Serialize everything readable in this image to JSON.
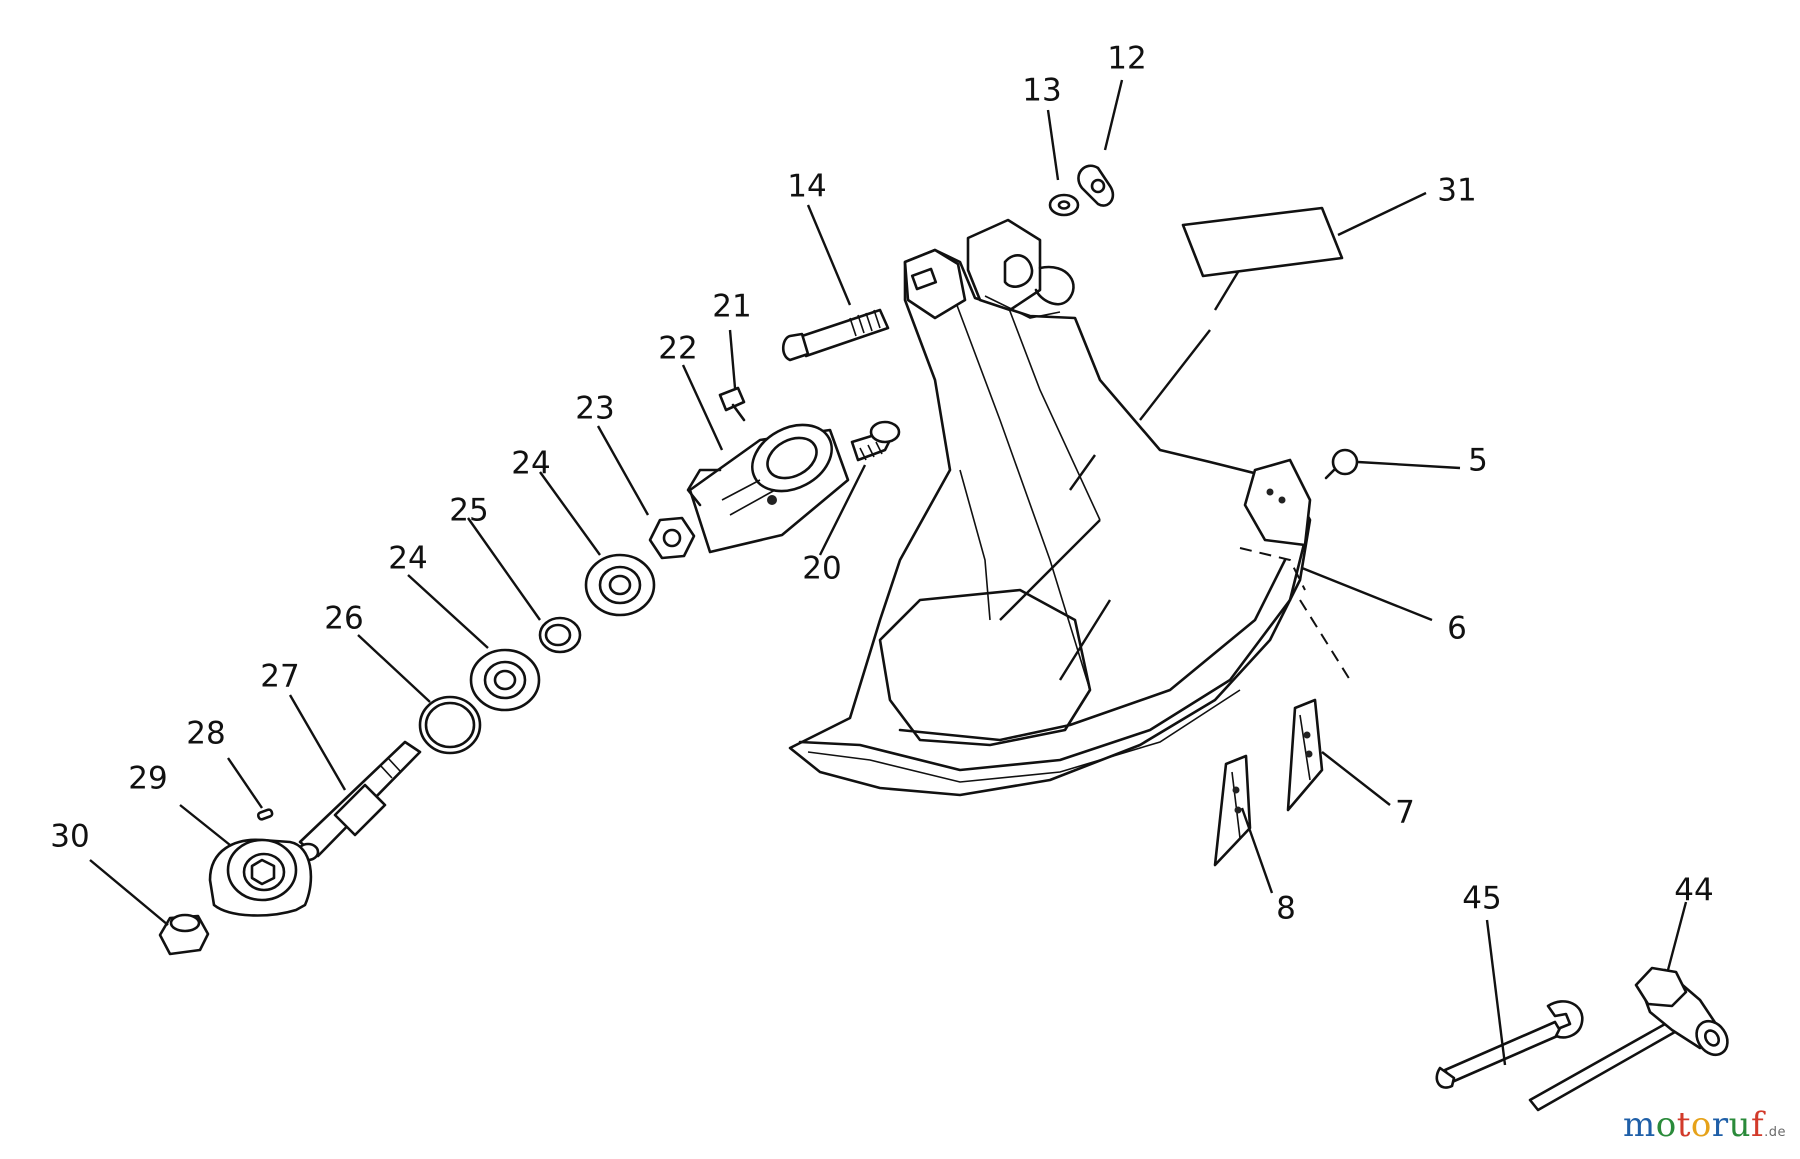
{
  "callouts": [
    {
      "id": "c12",
      "label": "12"
    },
    {
      "id": "c13",
      "label": "13"
    },
    {
      "id": "c14",
      "label": "14"
    },
    {
      "id": "c31",
      "label": "31"
    },
    {
      "id": "c21",
      "label": "21"
    },
    {
      "id": "c22",
      "label": "22"
    },
    {
      "id": "c23",
      "label": "23"
    },
    {
      "id": "c24a",
      "label": "24"
    },
    {
      "id": "c24b",
      "label": "24"
    },
    {
      "id": "c25",
      "label": "25"
    },
    {
      "id": "c26",
      "label": "26"
    },
    {
      "id": "c27",
      "label": "27"
    },
    {
      "id": "c28",
      "label": "28"
    },
    {
      "id": "c29",
      "label": "29"
    },
    {
      "id": "c30",
      "label": "30"
    },
    {
      "id": "c20",
      "label": "20"
    },
    {
      "id": "c5",
      "label": "5"
    },
    {
      "id": "c6",
      "label": "6"
    },
    {
      "id": "c7",
      "label": "7"
    },
    {
      "id": "c8",
      "label": "8"
    },
    {
      "id": "c45",
      "label": "45"
    },
    {
      "id": "c44",
      "label": "44"
    }
  ],
  "watermark": {
    "letters": [
      {
        "ch": "m",
        "color": "#1f5fa8"
      },
      {
        "ch": "o",
        "color": "#2a8a3a"
      },
      {
        "ch": "t",
        "color": "#d23a2a"
      },
      {
        "ch": "o",
        "color": "#e6a21a"
      },
      {
        "ch": "r",
        "color": "#1f5fa8"
      },
      {
        "ch": "u",
        "color": "#2a8a3a"
      },
      {
        "ch": "f",
        "color": "#d23a2a"
      }
    ],
    "suffix": ".de"
  },
  "colors": {
    "ink": "#111111",
    "paper": "#ffffff"
  }
}
